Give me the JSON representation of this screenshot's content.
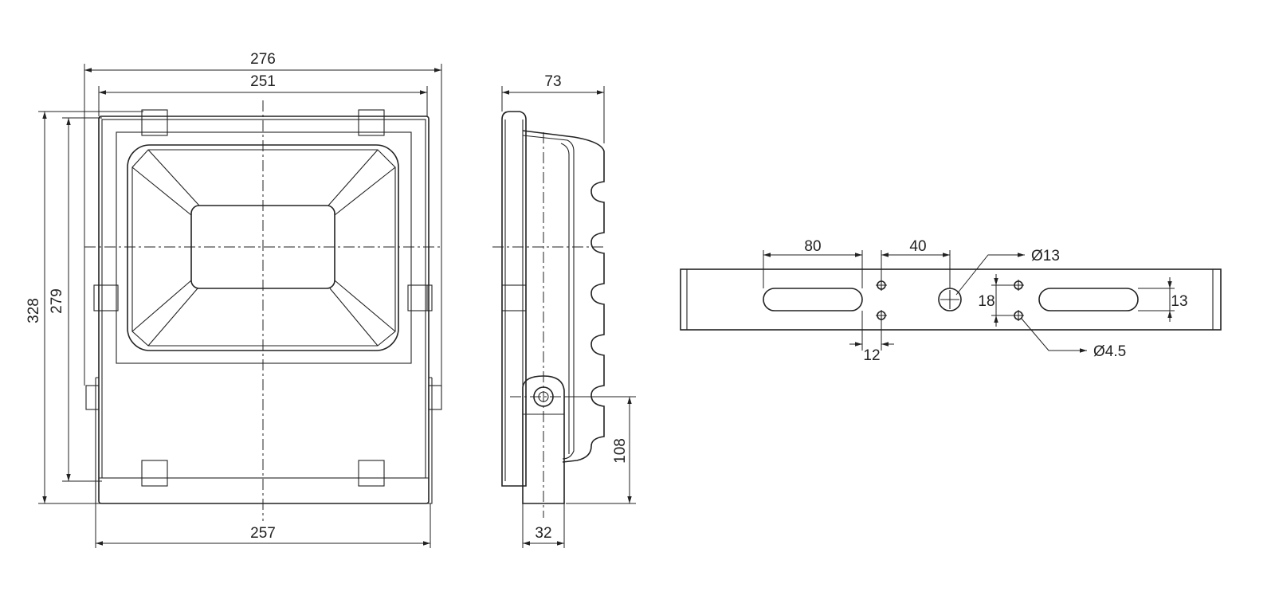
{
  "dimensions": {
    "front_width_overall": "276",
    "front_width_inner": "251",
    "front_height_overall": "328",
    "front_height_inner": "279",
    "front_bracket_width": "257",
    "side_depth": "73",
    "side_pivot_height": "108",
    "side_bracket_width": "32",
    "bracket_slot_length": "80",
    "bracket_hole_spacing": "40",
    "bracket_center_hole": "Ø13",
    "bracket_small_hole_spacing_v": "18",
    "bracket_slot_width": "13",
    "bracket_small_hole": "Ø4.5",
    "bracket_small_hole_offset": "12"
  },
  "colors": {
    "line": "#222222",
    "background": "#ffffff"
  }
}
